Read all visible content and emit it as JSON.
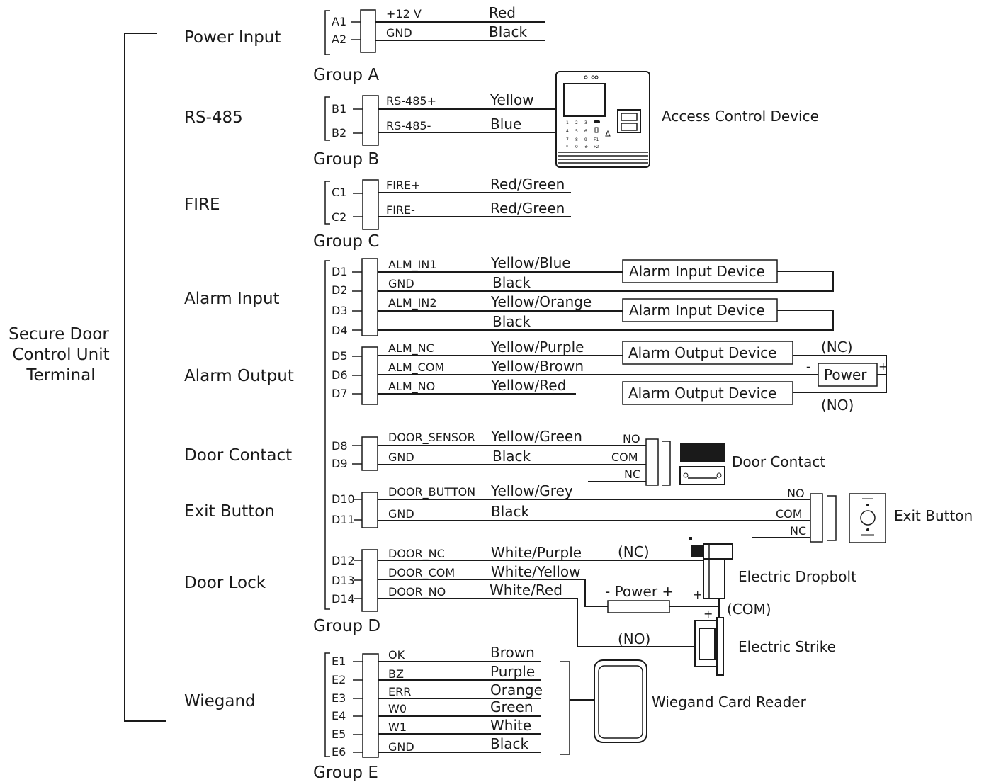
{
  "terminal": {
    "title": [
      "Secure Door",
      "Control Unit",
      "Terminal"
    ]
  },
  "sections": [
    {
      "label": "Power Input"
    },
    {
      "label": "RS-485"
    },
    {
      "label": "FIRE"
    },
    {
      "label": "Alarm Input"
    },
    {
      "label": "Alarm Output"
    },
    {
      "label": "Door Contact"
    },
    {
      "label": "Exit Button"
    },
    {
      "label": "Door Lock"
    },
    {
      "label": "Wiegand"
    }
  ],
  "groups": [
    "Group A",
    "Group B",
    "Group C",
    "Group D",
    "Group E"
  ],
  "pins": [
    "A1",
    "A2",
    "B1",
    "B2",
    "C1",
    "C2",
    "D1",
    "D2",
    "D3",
    "D4",
    "D5",
    "D6",
    "D7",
    "D8",
    "D9",
    "D10",
    "D11",
    "D12",
    "D13",
    "D14",
    "E1",
    "E2",
    "E3",
    "E4",
    "E5",
    "E6"
  ],
  "signals": [
    "+12 V",
    "GND",
    "RS-485+",
    "RS-485-",
    "FIRE+",
    "FIRE-",
    "ALM_IN1",
    "GND",
    "ALM_IN2",
    "ALM_NC",
    "ALM_COM",
    "ALM_NO",
    "DOOR_SENSOR",
    "GND",
    "DOOR_BUTTON",
    "GND",
    "DOOR_NC",
    "DOOR_COM",
    "DOOR_NO",
    "OK",
    "BZ",
    "ERR",
    "W0",
    "W1",
    "GND"
  ],
  "wires": [
    "Red",
    "Black",
    "Yellow",
    "Blue",
    "Red/Green",
    "Red/Green",
    "Yellow/Blue",
    "Black",
    "Yellow/Orange",
    "Black",
    "Yellow/Purple",
    "Yellow/Brown",
    "Yellow/Red",
    "Yellow/Green",
    "Black",
    "Yellow/Grey",
    "Black",
    "White/Purple",
    "White/Yellow",
    "White/Red",
    "Brown",
    "Purple",
    "Orange",
    "Green",
    "White",
    "Black"
  ],
  "devices": {
    "access_control": "Access Control Device",
    "alarm_input_1": "Alarm Input Device",
    "alarm_input_2": "Alarm Input Device",
    "alarm_output_1": "Alarm Output Device",
    "alarm_output_2": "Alarm Output Device",
    "power": "Power",
    "door_contact": "Door Contact",
    "exit_button": "Exit Button",
    "electric_dropbolt": "Electric Dropbolt",
    "electric_strike": "Electric Strike",
    "lock_power": "Power",
    "wiegand_reader": "Wiegand Card Reader"
  },
  "contacts": {
    "nc": "(NC)",
    "no": "(NO)",
    "com": "(COM)",
    "minus": "-",
    "plus": "+",
    "no_plain": "NO",
    "com_plain": "COM",
    "nc_plain": "NC",
    "lock_nc": "(NC)",
    "lock_no": "(NO)",
    "lock_minus": "- Power +"
  },
  "keypad_keys": [
    "1",
    "2",
    "3",
    "4",
    "5",
    "6",
    "7",
    "8",
    "9",
    "*",
    "0",
    "#",
    "F1",
    "F2"
  ]
}
